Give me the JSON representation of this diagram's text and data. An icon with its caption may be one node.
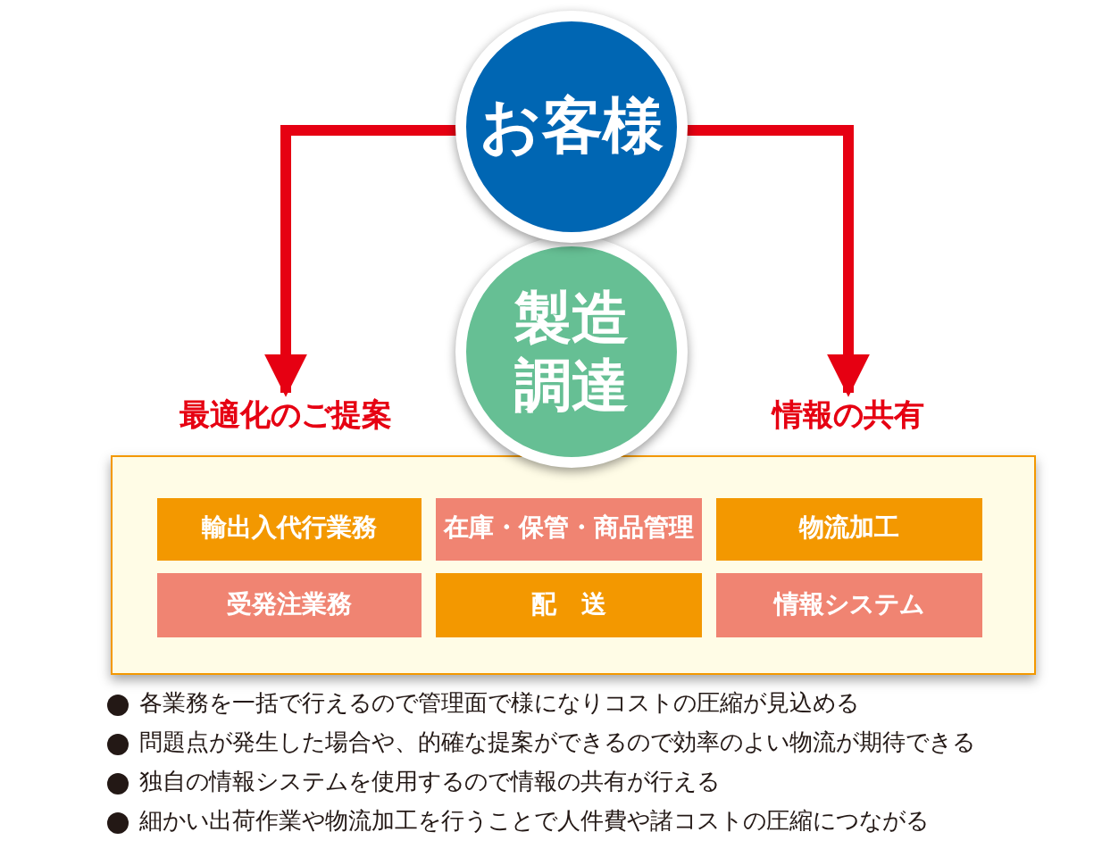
{
  "diagram": {
    "nodes": [
      {
        "text": [
          "お客様"
        ]
      },
      {
        "text": [
          "製造調達"
        ]
      },
      {
        "text": [
          "最適化のご提案"
        ]
      },
      {
        "text": [
          "情報の共有"
        ]
      },
      {
        "text": [],
        "shape": "box"
      },
      {
        "text": [
          "輸出入代行業務"
        ],
        "in": 4
      },
      {
        "text": [
          "在庫・保管・商品管理"
        ],
        "in": 4
      },
      {
        "text": [
          "物流加工"
        ],
        "in": 4
      },
      {
        "text": [
          "受発注業務"
        ],
        "in": 4
      },
      {
        "text": [
          "配　送"
        ],
        "in": 4
      },
      {
        "text": [
          "情報システム"
        ],
        "in": 4
      }
    ],
    "edges": [
      {
        "from": 0,
        "to": 2,
        "arrow": "to"
      },
      {
        "from": 0,
        "to": 3,
        "arrow": "to"
      }
    ],
    "labels": [
      "各業務を一括で行えるので管理面で様になりコストの圧縮が見込める",
      "問題点が発生した場合や、的確な提案ができるので効率のよい物流が期待できる",
      "独自の情報システムを使用するので情報の共有が行える",
      "細かい出荷作業や物流加工を行うことで人件費や諸コストの圧縮につながる"
    ]
  }
}
